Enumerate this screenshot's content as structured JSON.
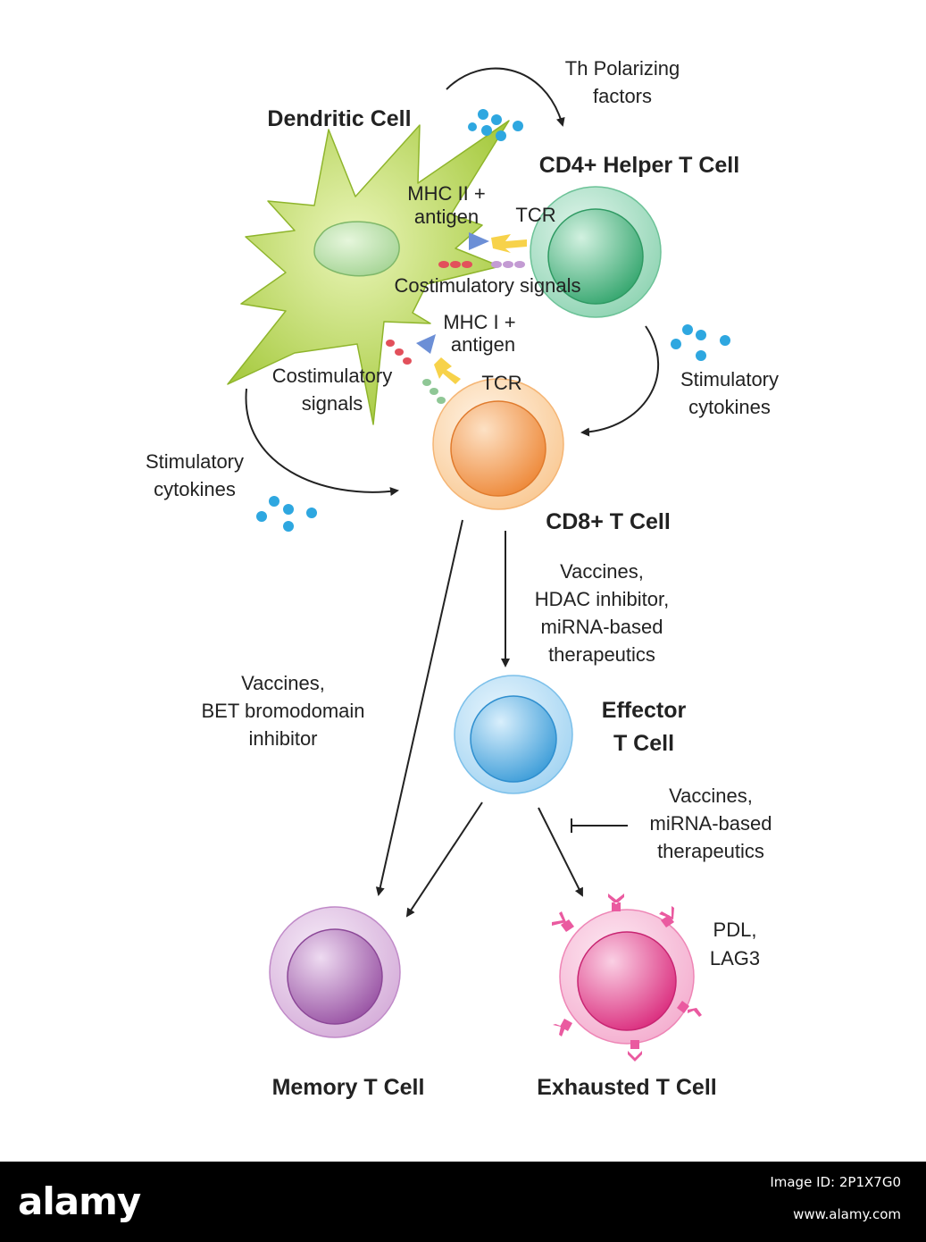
{
  "labels": {
    "dendritic_cell": "Dendritic Cell",
    "cd4_cell": "CD4+ Helper T Cell",
    "cd8_cell": "CD8+ T Cell",
    "effector_line1": "Effector",
    "effector_line2": "T Cell",
    "memory_cell": "Memory T Cell",
    "exhausted_cell": "Exhausted T Cell",
    "th_polarizing_1": "Th Polarizing",
    "th_polarizing_2": "factors",
    "mhc2_1": "MHC II +",
    "mhc2_2": "antigen",
    "tcr_top": "TCR",
    "costim_top": "Costimulatory signals",
    "mhc1_1": "MHC I +",
    "mhc1_2": "antigen",
    "tcr_bottom": "TCR",
    "costim_left_1": "Costimulatory",
    "costim_left_2": "signals",
    "stim_right_1": "Stimulatory",
    "stim_right_2": "cytokines",
    "stim_left_1": "Stimulatory",
    "stim_left_2": "cytokines",
    "vacc_effector_1": "Vaccines,",
    "vacc_effector_2": "HDAC inhibitor,",
    "vacc_effector_3": "miRNA-based",
    "vacc_effector_4": "therapeutics",
    "vacc_memory_1": "Vaccines,",
    "vacc_memory_2": "BET bromodomain",
    "vacc_memory_3": "inhibitor",
    "vacc_exhaust_1": "Vaccines,",
    "vacc_exhaust_2": "miRNA-based",
    "vacc_exhaust_3": "therapeutics",
    "pdl_1": "PDL,",
    "pdl_2": "LAG3"
  },
  "footer": {
    "logo": "alamy",
    "image_id": "Image ID: 2P1X7G0",
    "site": "www.alamy.com"
  },
  "colors": {
    "dendritic": "#a8cc3a",
    "cd4": "#5fbf8e",
    "cd8": "#f3a35a",
    "effector": "#6fb8e8",
    "memory": "#b77ac0",
    "exhausted": "#e6428f",
    "cytokine": "#2ea7e0",
    "arrow": "#222222"
  }
}
